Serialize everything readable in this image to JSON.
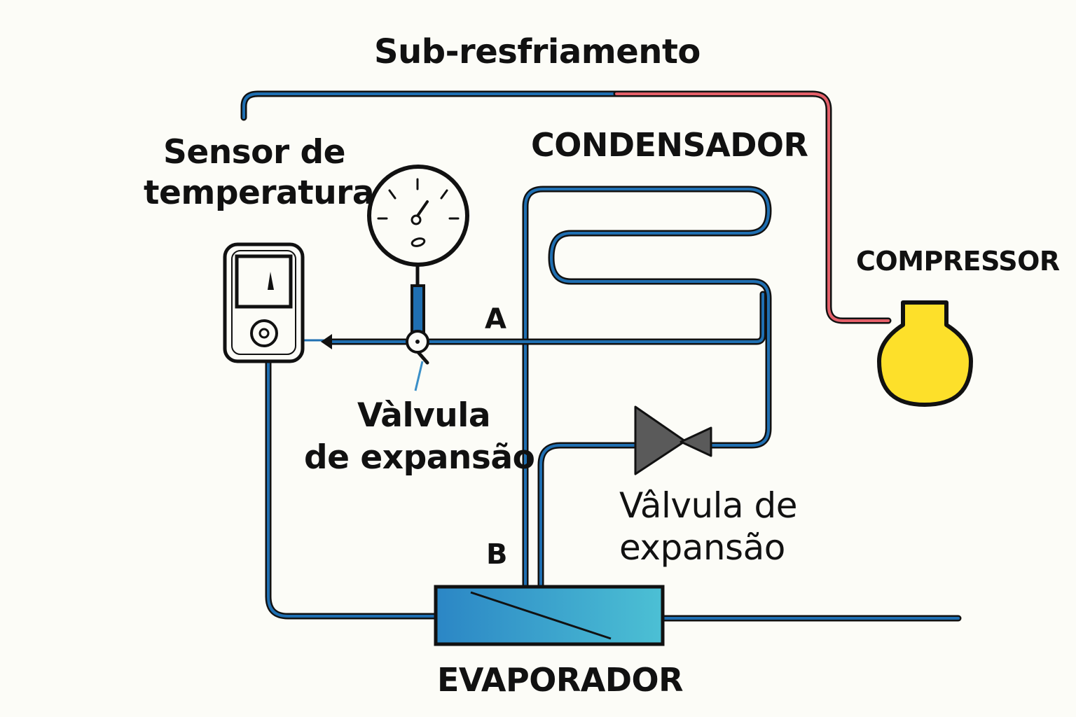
{
  "labels": {
    "title": "Sub-resfriamento",
    "condenser": "CONDENSADOR",
    "compressor": "COMPRESSOR",
    "evaporator": "EVAPORADOR",
    "sensor_line1": "Sensor de",
    "sensor_line2": "temperatura",
    "valve_left_line1": "Vàlvula",
    "valve_left_line2": "de expansão",
    "valve_right_line1": "Vâlvula de",
    "valve_right_line2": "expansão",
    "point_a": "A",
    "point_b": "B"
  },
  "colors": {
    "pipe": "#1f6fb2",
    "pipe_outline": "#111111",
    "hot_pipe": "#e4606a",
    "compressor_fill": "#fde02a",
    "evaporator_dark": "#2b86c5",
    "evaporator_light": "#4cc0d4",
    "valve_fill": "#5a5a5a",
    "background": "#fcfcf7"
  },
  "icons": {
    "gauge": "pressure-gauge-icon",
    "sensor": "temperature-sensor-device-icon",
    "valve": "expansion-valve-icon",
    "compressor": "compressor-icon",
    "evaporator": "evaporator-icon"
  }
}
